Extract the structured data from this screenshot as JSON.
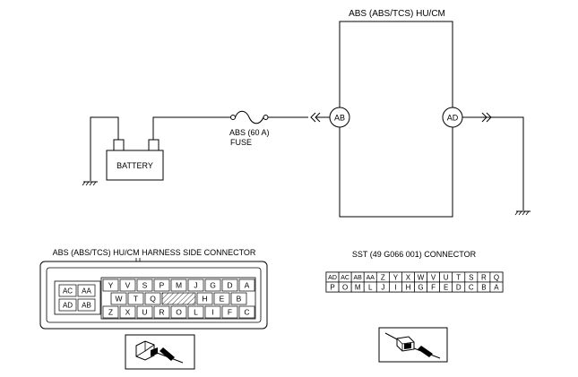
{
  "module": {
    "title": "ABS (ABS/TCS) HU/CM"
  },
  "terminals": {
    "ab": "AB",
    "ad": "AD"
  },
  "fuse": {
    "line1": "ABS (60 A)",
    "line2": "FUSE"
  },
  "battery": {
    "label": "BATTERY"
  },
  "harness_connector": {
    "title": "ABS (ABS/TCS) HU/CM HARNESS SIDE CONNECTOR",
    "left_pins": [
      "AC",
      "AA",
      "AD",
      "AB"
    ],
    "row1": [
      "Y",
      "V",
      "S",
      "P",
      "M",
      "J",
      "G",
      "D",
      "A"
    ],
    "row2": [
      "W",
      "T",
      "Q",
      "",
      "H",
      "E",
      "B"
    ],
    "row3": [
      "Z",
      "X",
      "U",
      "R",
      "O",
      "L",
      "I",
      "F",
      "C"
    ]
  },
  "sst_connector": {
    "title": "SST (49 G066 001) CONNECTOR",
    "row1": [
      "AD",
      "AC",
      "AB",
      "AA",
      "Z",
      "Y",
      "X",
      "W",
      "V",
      "U",
      "T",
      "S",
      "R",
      "Q"
    ],
    "row2": [
      "P",
      "O",
      "M",
      "L",
      "J",
      "I",
      "H",
      "G",
      "F",
      "E",
      "D",
      "C",
      "B",
      "A"
    ]
  }
}
